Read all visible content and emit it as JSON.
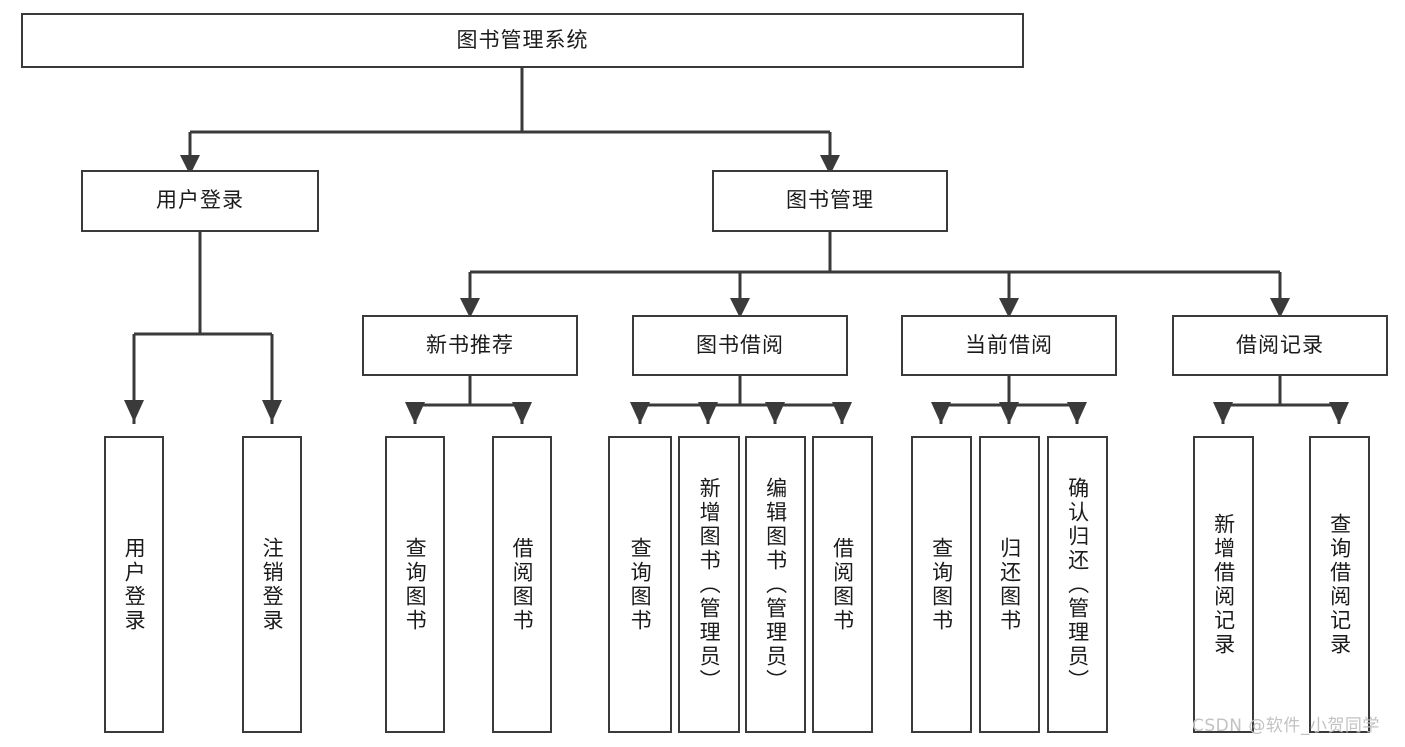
{
  "diagram": {
    "type": "tree-hierarchy",
    "title": "图书管理系统",
    "watermark": "CSDN @软件_小贺同学",
    "colors": {
      "node_border": "#3a3a3a",
      "node_fill": "#ffffff",
      "connector": "#3a3a3a",
      "text": "#1b1b1b",
      "watermark": "#c2c2c2",
      "background": "#ffffff"
    },
    "root": {
      "label": "图书管理系统"
    },
    "level2": [
      {
        "label": "用户登录"
      },
      {
        "label": "图书管理"
      }
    ],
    "level3": [
      {
        "label": "新书推荐"
      },
      {
        "label": "图书借阅"
      },
      {
        "label": "当前借阅"
      },
      {
        "label": "借阅记录"
      }
    ],
    "leaves": {
      "user_login": [
        {
          "label": "用户登录"
        },
        {
          "label": "注销登录"
        }
      ],
      "new_book_rec": [
        {
          "label": "查询图书"
        },
        {
          "label": "借阅图书"
        }
      ],
      "book_borrow": [
        {
          "label": "查询图书"
        },
        {
          "label": "新增图书（管理员）"
        },
        {
          "label": "编辑图书（管理员）"
        },
        {
          "label": "借阅图书"
        }
      ],
      "current_borrow": [
        {
          "label": "查询图书"
        },
        {
          "label": "归还图书"
        },
        {
          "label": "确认归还（管理员）"
        }
      ],
      "borrow_record": [
        {
          "label": "新增借阅记录"
        },
        {
          "label": "查询借阅记录"
        }
      ]
    }
  }
}
